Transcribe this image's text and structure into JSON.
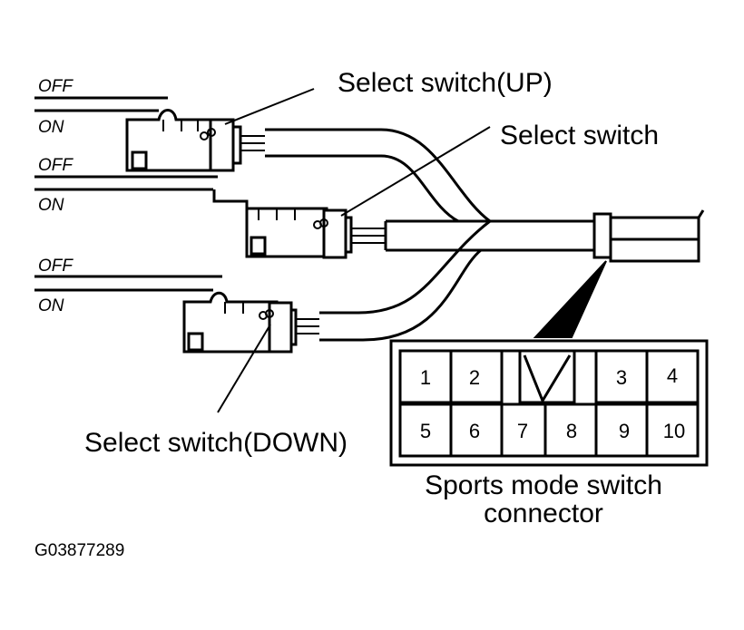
{
  "labels": {
    "select_switch_up": "Select switch(UP)",
    "select_switch": "Select switch",
    "select_switch_down": "Select switch(DOWN)",
    "connector_line1": "Sports mode switch",
    "connector_line2": "connector",
    "figure_code": "G03877289"
  },
  "switch_states": {
    "up": {
      "off": "OFF",
      "on": "ON"
    },
    "middle": {
      "off": "OFF",
      "on": "ON"
    },
    "down": {
      "off": "OFF",
      "on": "ON"
    }
  },
  "connector_pins": [
    "1",
    "2",
    "3",
    "4",
    "5",
    "6",
    "7",
    "8",
    "9",
    "10"
  ]
}
